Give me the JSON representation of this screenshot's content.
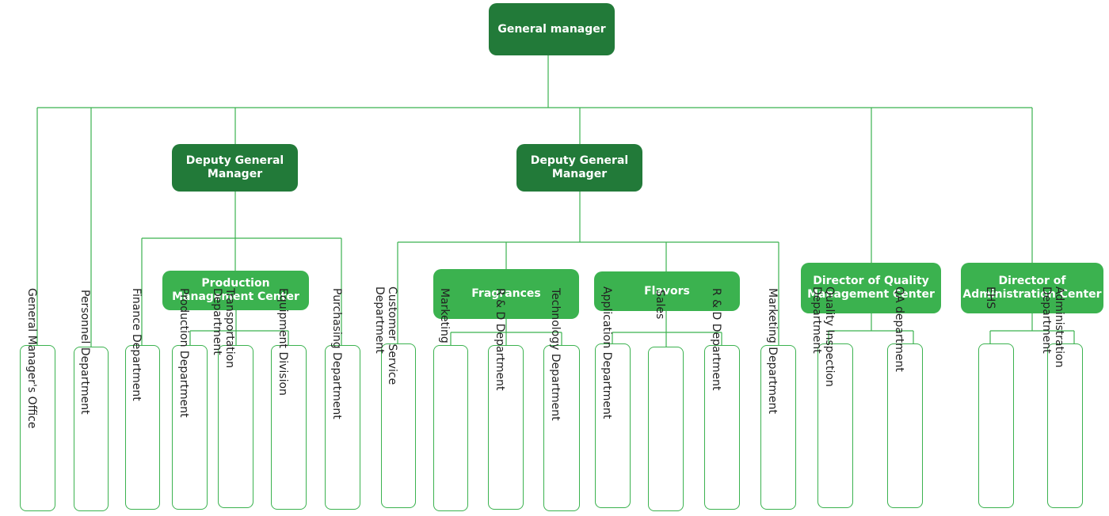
{
  "colors": {
    "dark_box": "#227a39",
    "mid_box": "#3bb24f",
    "line": "#3bb24f",
    "leaf_border": "#3bb24f",
    "leaf_text": "#222222"
  },
  "nodes": {
    "general_manager": "General manager",
    "deputy_1": "Deputy General Manager",
    "deputy_2": "Deputy General Manager",
    "production_center": "Production Management Center",
    "fragrances": "Fragrances",
    "flavors": "Flavors",
    "quality_director": "Director of Quality Management Center",
    "admin_director": "Director of Administration Center"
  },
  "departments": [
    "General Manager's Office",
    "Personnel Department",
    "Finance Department",
    "Production Department",
    "Transportation Department",
    "Equipment Division",
    "Purchasing Department",
    "Customer Service Department",
    "Marketing",
    "R & D Department",
    "Technology Department",
    "Application Department",
    "Sales",
    "R & D Department",
    "Marketing Department",
    "Quality Inspection Department",
    "QA department",
    "EHS",
    "Administration Department"
  ]
}
